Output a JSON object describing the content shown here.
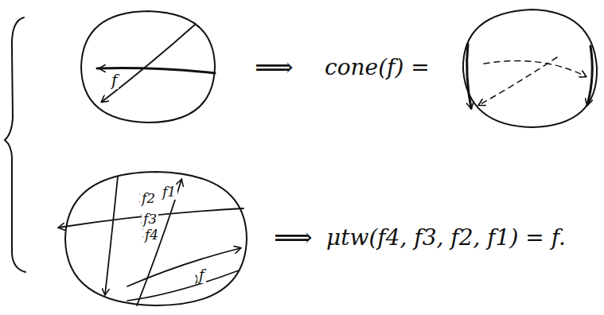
{
  "diagram": {
    "nodes": [
      {
        "text": [
          "f"
        ]
      },
      {
        "text": [
          "f2",
          "f1",
          "f3",
          "f4",
          "f"
        ]
      }
    ],
    "labels": [
      "⟹",
      "cone(f) =",
      "⟹",
      "μtw(f4, f3, f2, f1) = f."
    ]
  }
}
